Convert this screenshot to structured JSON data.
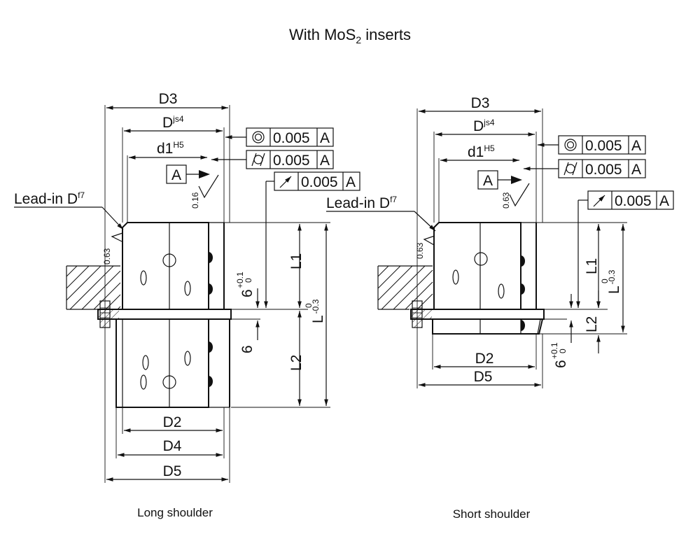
{
  "title": {
    "prefix": "With MoS",
    "sub": "2",
    "suffix": " inserts"
  },
  "captions": {
    "long": "Long shoulder",
    "short": "Short shoulder"
  },
  "datum": "A",
  "tolerance_value": "0.005",
  "tolerance_icons": [
    "concentricity-icon",
    "cylindricity-icon",
    "runout-icon"
  ],
  "roughness": {
    "bore": "0.16",
    "lead_in": "0.63",
    "short_bore": "0.63",
    "short_lead_in": "0.63"
  },
  "lead_in": {
    "label": "Lead-in D",
    "sup": "f7"
  },
  "long": {
    "D3": "D3",
    "D": "D",
    "D_sup": "js4",
    "d1": "d1",
    "d1_sup": "H5",
    "D2": "D2",
    "D4": "D4",
    "D5": "D5",
    "L1": "L1",
    "L2": "L2",
    "L": "L",
    "L_up": "0",
    "L_low": "-0.3",
    "six_a": "6",
    "six_a_up": "+0.1",
    "six_a_low": "0",
    "six_b": "6"
  },
  "short": {
    "D3": "D3",
    "D": "D",
    "D_sup": "js4",
    "d1": "d1",
    "d1_sup": "H5",
    "D2": "D2",
    "D5": "D5",
    "L1": "L1",
    "L2": "L2",
    "L": "L",
    "L_up": "0",
    "L_low": "-0.3",
    "six": "6",
    "six_up": "+0.1",
    "six_low": "0"
  }
}
